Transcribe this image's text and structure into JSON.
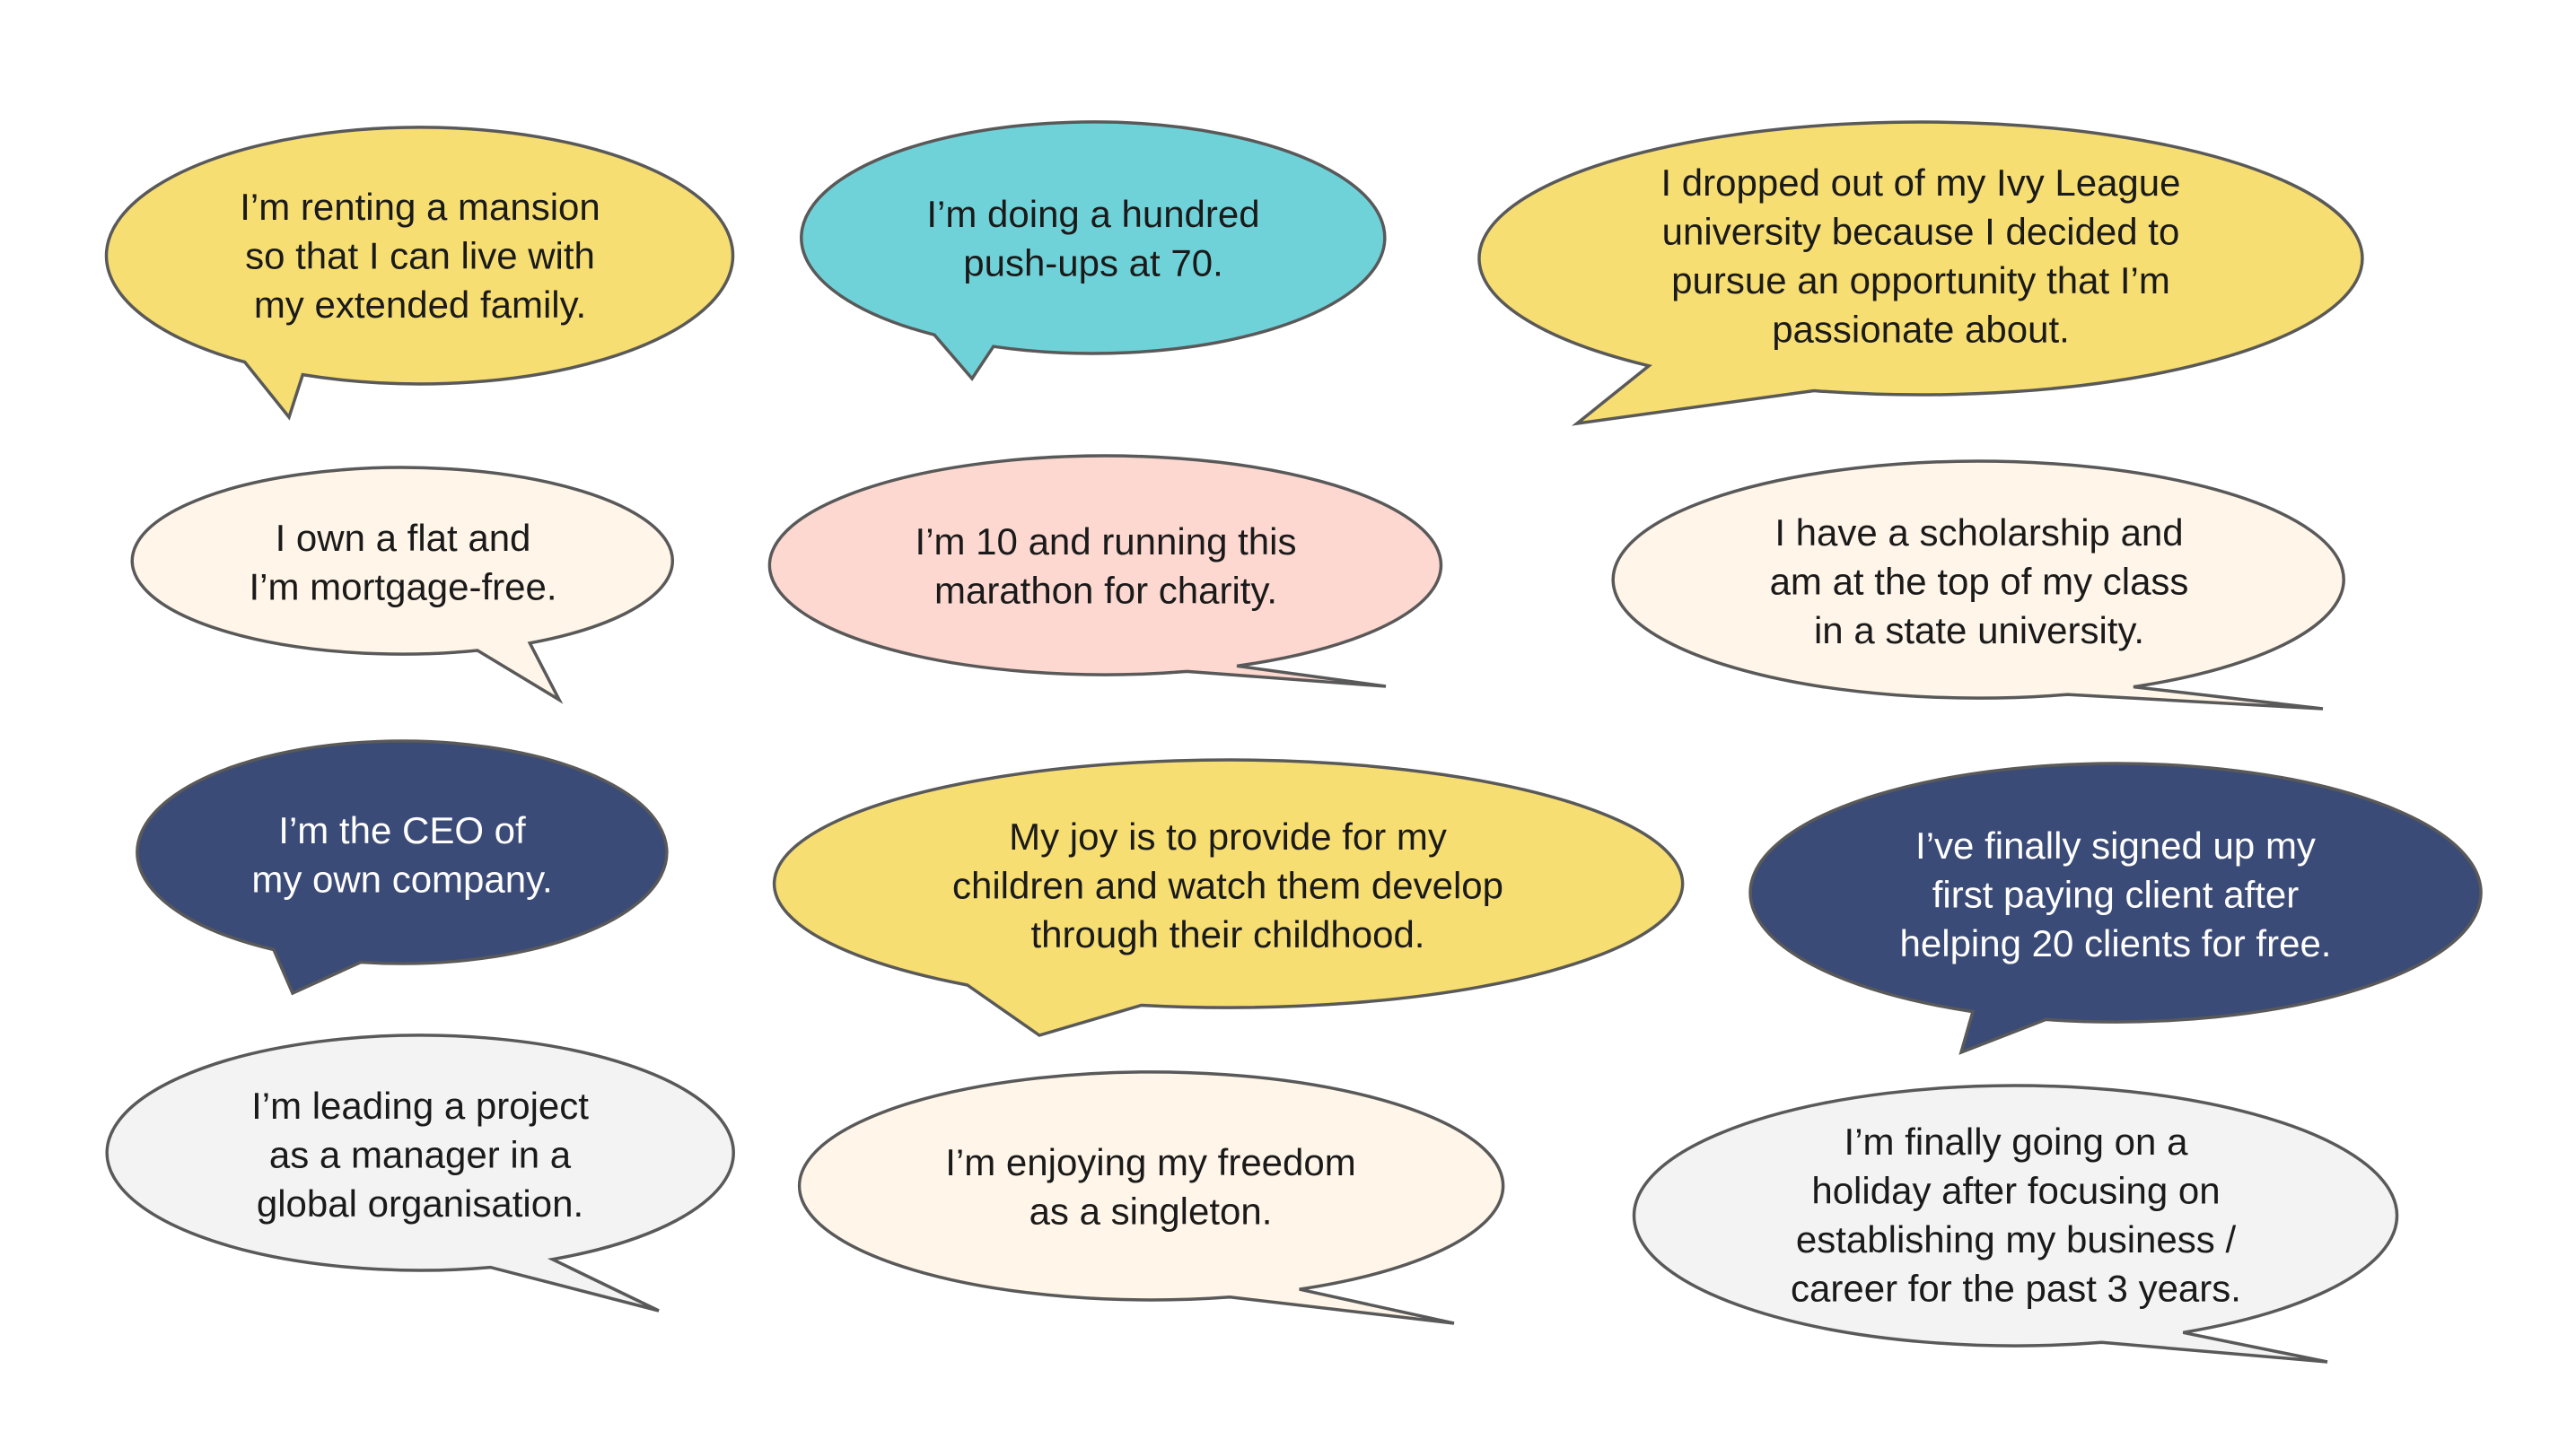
{
  "palette": {
    "yellow": "#f7de72",
    "teal": "#70d2d9",
    "cream": "#fff5e8",
    "pink": "#fdd8d0",
    "navy": "#3b4b78",
    "light_gray": "#f3f3f3",
    "dark_text": "#1a1a1a",
    "light_text": "#ffffff",
    "outline": "#595959"
  },
  "bubbles": [
    {
      "name": "bubble-renting-mansion",
      "fill": "yellow",
      "text_color": "dark_text",
      "lines": [
        "I’m renting a mansion",
        "so that I can live with",
        "my extended family."
      ]
    },
    {
      "name": "bubble-push-ups",
      "fill": "teal",
      "text_color": "dark_text",
      "lines": [
        "I’m doing a hundred",
        "push-ups at 70."
      ]
    },
    {
      "name": "bubble-ivy-league",
      "fill": "yellow",
      "text_color": "dark_text",
      "lines": [
        "I dropped out of my Ivy League",
        "university because I decided to",
        "pursue an opportunity that I’m",
        "passionate about."
      ]
    },
    {
      "name": "bubble-mortgage-free",
      "fill": "cream",
      "text_color": "dark_text",
      "lines": [
        "I own a flat and",
        "I’m mortgage-free."
      ]
    },
    {
      "name": "bubble-marathon",
      "fill": "pink",
      "text_color": "dark_text",
      "lines": [
        "I’m 10 and running this",
        "marathon for charity."
      ]
    },
    {
      "name": "bubble-scholarship",
      "fill": "cream",
      "text_color": "dark_text",
      "lines": [
        "I have a scholarship and",
        "am at the top of my class",
        "in a state university."
      ]
    },
    {
      "name": "bubble-ceo",
      "fill": "navy",
      "text_color": "light_text",
      "lines": [
        "I’m the CEO of",
        "my own company."
      ]
    },
    {
      "name": "bubble-children",
      "fill": "yellow",
      "text_color": "dark_text",
      "lines": [
        "My joy is to provide for my",
        "children and watch them develop",
        "through their childhood."
      ]
    },
    {
      "name": "bubble-paying-client",
      "fill": "navy",
      "text_color": "light_text",
      "lines": [
        "I’ve finally signed up my",
        "first paying client after",
        "helping 20 clients for free."
      ]
    },
    {
      "name": "bubble-project-manager",
      "fill": "light_gray",
      "text_color": "dark_text",
      "lines": [
        "I’m leading a project",
        "as a manager in a",
        "global organisation."
      ]
    },
    {
      "name": "bubble-freedom",
      "fill": "cream",
      "text_color": "dark_text",
      "lines": [
        "I’m enjoying my freedom",
        "as a singleton."
      ]
    },
    {
      "name": "bubble-holiday",
      "fill": "light_gray",
      "text_color": "dark_text",
      "lines": [
        "I’m finally going on a",
        "holiday after focusing on",
        "establishing my business /",
        "career for the past 3 years."
      ]
    }
  ]
}
